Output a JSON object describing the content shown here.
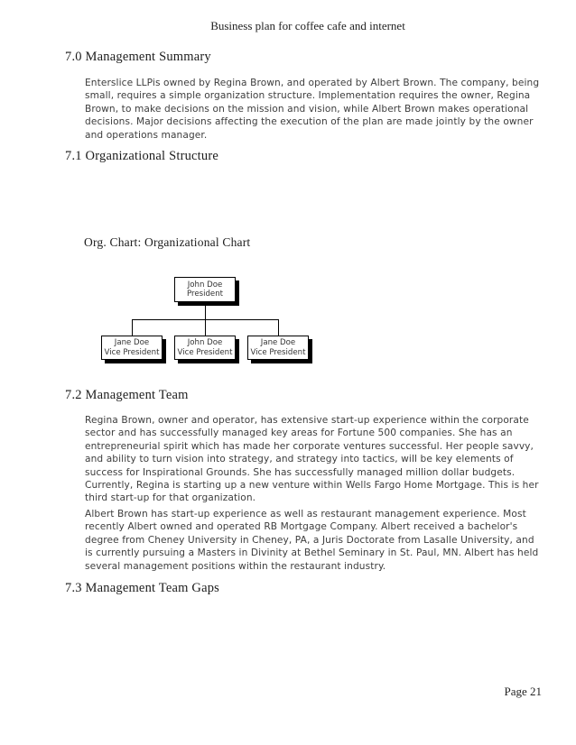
{
  "header": {
    "title": "Business plan for coffee cafe and internet"
  },
  "sections": {
    "s70": {
      "heading": "7.0 Management Summary",
      "body": "Enterslice LLPis owned by Regina Brown, and operated by Albert Brown. The company, being small, requires a simple organization structure. Implementation requires the owner, Regina Brown, to make decisions on the mission and vision, while Albert Brown makes operational decisions. Major decisions affecting the execution of the plan are made jointly by the owner and operations manager."
    },
    "s71": {
      "heading": "7.1 Organizational Structure"
    },
    "s72": {
      "heading": "7.2 Management Team",
      "paragraph_regina": "Regina Brown, owner and operator, has extensive start-up experience within the corporate sector and has successfully managed key areas for Fortune 500 companies. She has an entrepreneurial spirit which has made her corporate ventures successful. Her people savvy, and ability to turn vision into strategy, and strategy into tactics, will be key elements of success for Inspirational Grounds. She has successfully managed million dollar budgets. Currently, Regina is starting up a new venture within Wells Fargo Home Mortgage. This is her third start-up for that organization.",
      "paragraph_albert": "Albert Brown has start-up experience as well as restaurant management experience. Most recently Albert owned and operated RB Mortgage Company. Albert received a bachelor's degree from Cheney University in Cheney, PA, a Juris Doctorate from Lasalle University, and is currently pursuing a Masters in Divinity at Bethel Seminary in St. Paul, MN. Albert has held several management positions within the restaurant industry."
    },
    "s73": {
      "heading": "7.3 Management Team Gaps"
    }
  },
  "org_chart": {
    "caption": "Org. Chart: Organizational Chart",
    "root": {
      "name": "John Doe",
      "title": "President"
    },
    "children": [
      {
        "name": "Jane Doe",
        "title": "Vice President"
      },
      {
        "name": "John Doe",
        "title": "Vice President"
      },
      {
        "name": "Jane Doe",
        "title": "Vice President"
      }
    ]
  },
  "footer": {
    "page_label": "Page 21"
  },
  "colors": {
    "page_bg": "#ffffff",
    "body_text": "#3d3d3d",
    "heading_text": "#1c1c1c",
    "chart_line": "#000000"
  }
}
